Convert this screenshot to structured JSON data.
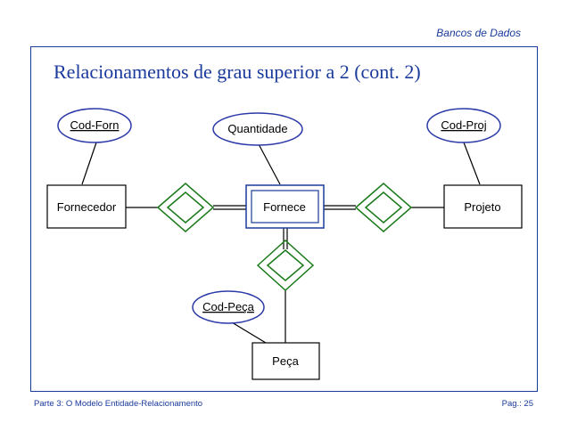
{
  "header": {
    "course": "Bancos de Dados"
  },
  "title": "Relacionamentos de grau superior a 2 (cont. 2)",
  "diagram": {
    "entities": {
      "fornecedor": "Fornecedor",
      "fornece": "Fornece",
      "projeto": "Projeto",
      "peca": "Peça"
    },
    "attributes": {
      "cod_forn": "Cod-Forn",
      "quantidade": "Quantidade",
      "cod_proj": "Cod-Proj",
      "cod_peca": "Cod-Peça"
    },
    "colors": {
      "frame": "#1a3a9c",
      "attribute_border": "#2b3aa8",
      "relationship": "#1a7a1a",
      "line": "#000000"
    }
  },
  "footer": {
    "chapter": "Parte 3: O Modelo Entidade-Relacionamento",
    "page": "Pag.: 25"
  }
}
